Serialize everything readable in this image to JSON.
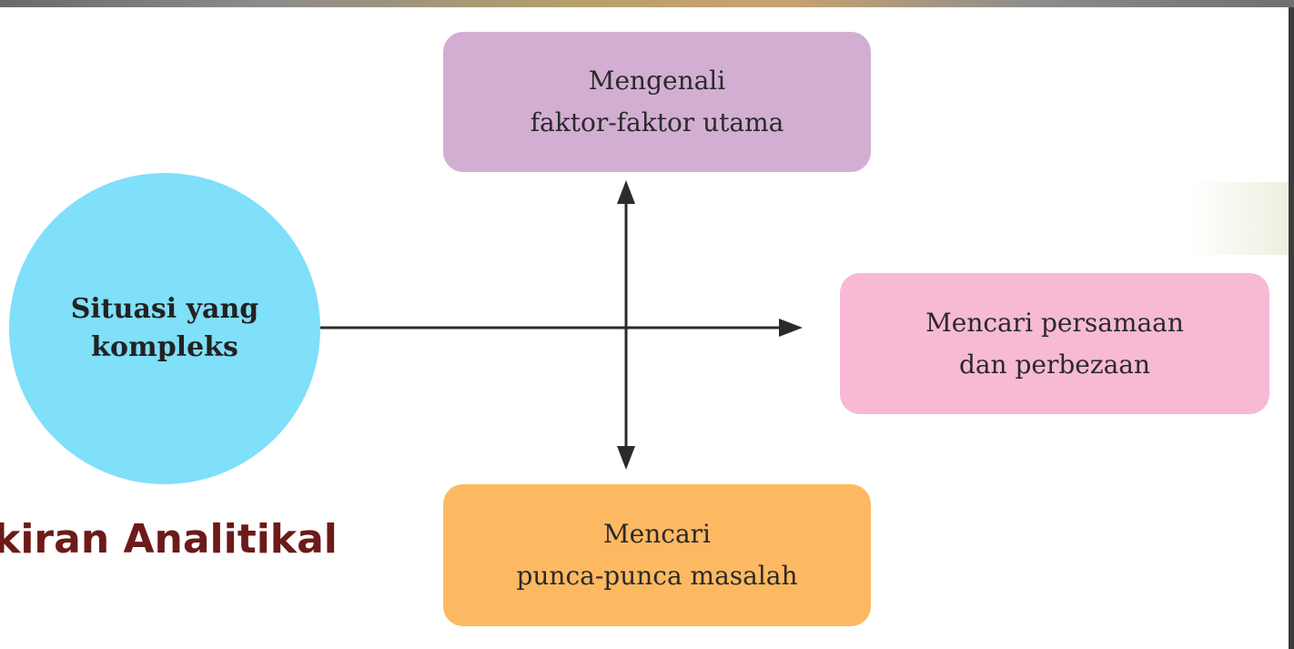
{
  "center": {
    "line1": "Situasi yang",
    "line2": "kompleks"
  },
  "top_box": {
    "line1": "Mengenali",
    "line2": "faktor-faktor utama"
  },
  "right_box": {
    "line1": "Mencari persamaan",
    "line2": "dan perbezaan"
  },
  "bottom_box": {
    "line1": "Mencari",
    "line2": "punca-punca masalah"
  },
  "heading": "ikiran Analitikal",
  "colors": {
    "circle": "#80dff9",
    "top_box": "#d3aed3",
    "right_box": "#f8b9d4",
    "bottom_box": "#fdb962",
    "heading": "#6d1a1a"
  }
}
